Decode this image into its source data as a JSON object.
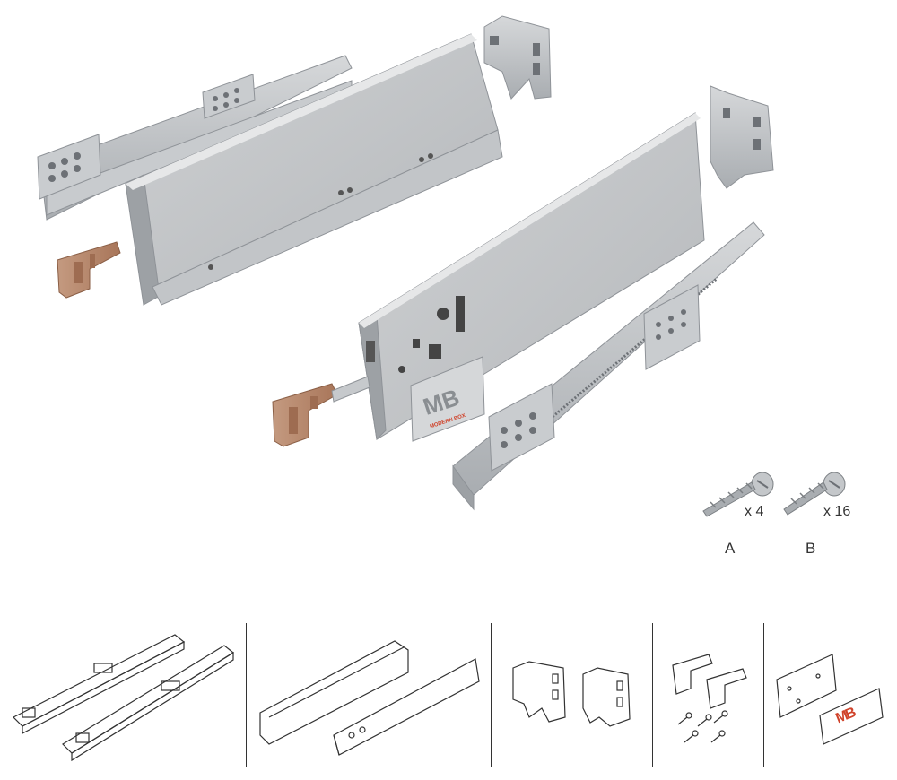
{
  "hardware": {
    "screw_a": {
      "letter": "A",
      "count": "x 4"
    },
    "screw_b": {
      "letter": "B",
      "count": "x 16"
    }
  },
  "branding": {
    "logo_main": "MB",
    "logo_small": "MODERN BOX",
    "thumb_logo": "MB"
  },
  "colors": {
    "metal": "#b9bcc0",
    "metal_dark": "#8f9398",
    "metal_light": "#dcdee0",
    "bracket_copper": "#b98a6e",
    "accent_red": "#d0432b",
    "line_art": "#333333"
  }
}
